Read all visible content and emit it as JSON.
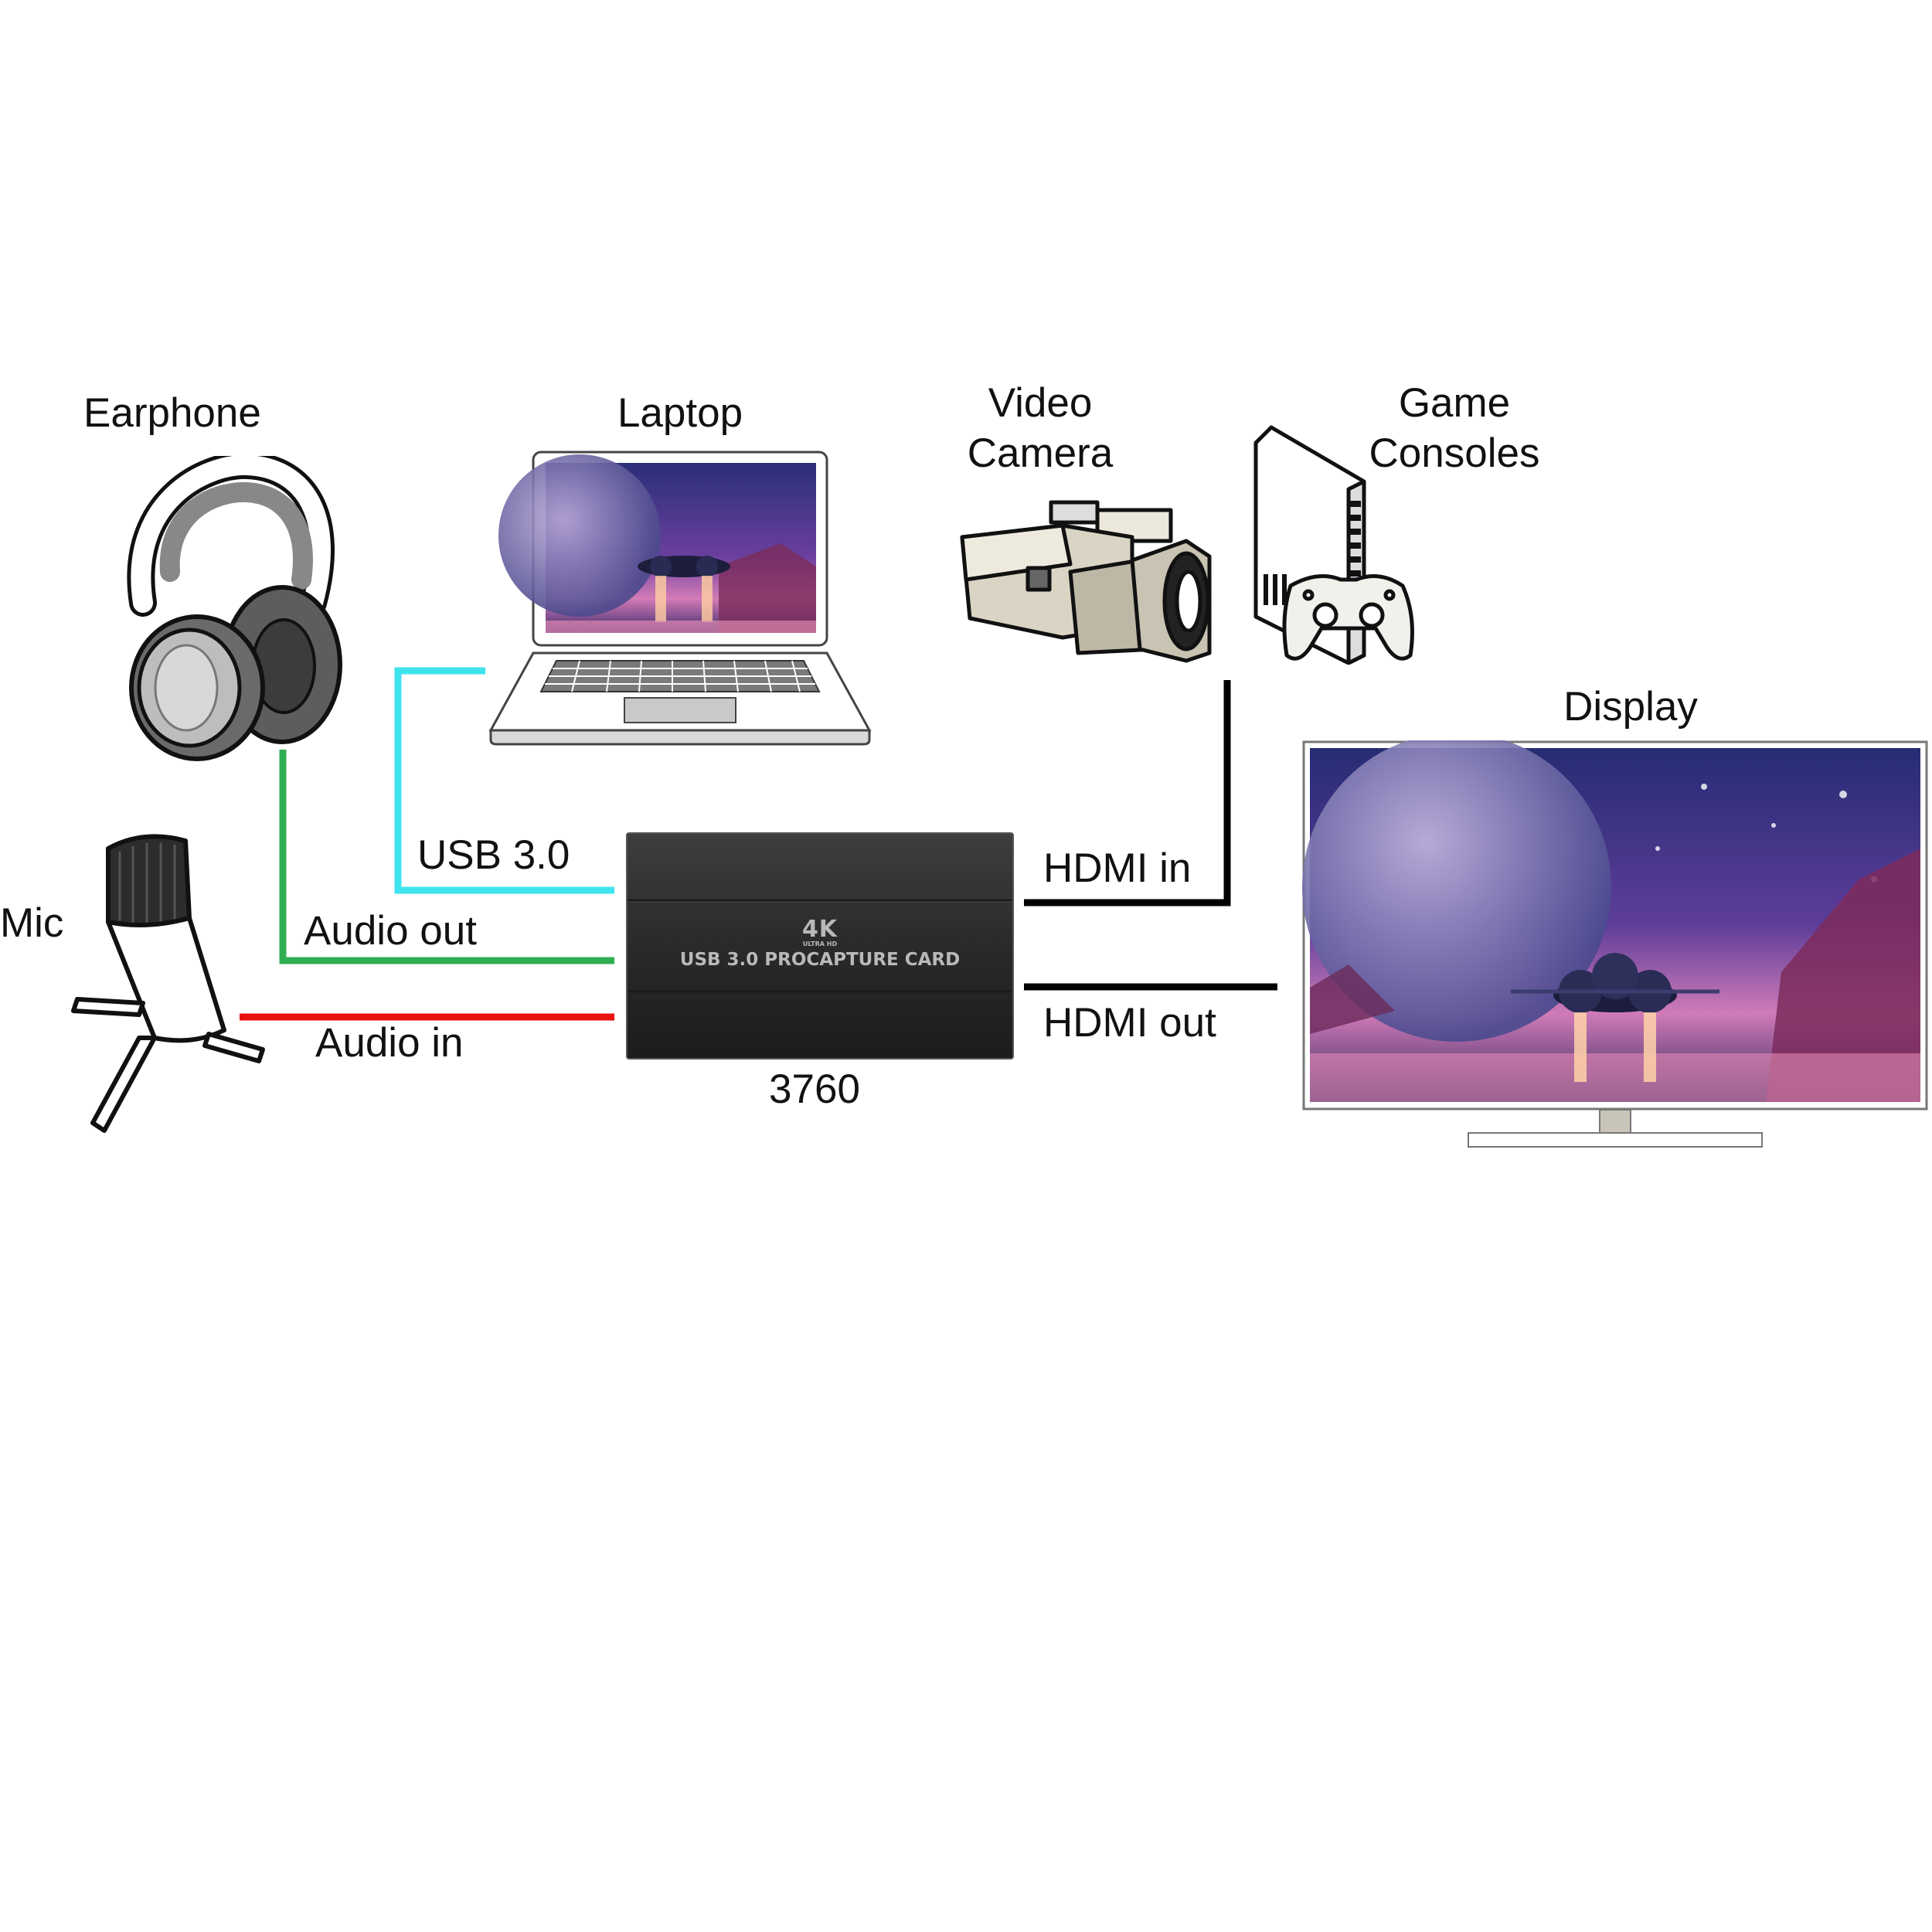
{
  "devices": {
    "earphone": {
      "label": "Earphone",
      "icon": "headphones-icon"
    },
    "laptop": {
      "label": "Laptop",
      "icon": "laptop-icon"
    },
    "camera": {
      "label_line1": "Video",
      "label_line2": "Camera",
      "icon": "video-camera-icon"
    },
    "console": {
      "label_line1": "Game",
      "label_line2": "Consoles",
      "icon": "game-console-icon"
    },
    "display": {
      "label": "Display",
      "icon": "monitor-icon"
    },
    "mic": {
      "label": "Mic",
      "icon": "microphone-icon"
    }
  },
  "capture_card": {
    "badge": "4K",
    "badge_sub": "ULTRA HD",
    "name": "USB 3.0 PROCAPTURE CARD",
    "model": "3760"
  },
  "connections": [
    {
      "id": "usb",
      "label": "USB 3.0",
      "color": "#3fe3ee"
    },
    {
      "id": "audio-out",
      "label": "Audio out",
      "color": "#2fae52"
    },
    {
      "id": "audio-in",
      "label": "Audio in",
      "color": "#e8120e"
    },
    {
      "id": "hdmi-in",
      "label": "HDMI in",
      "color": "#000000"
    },
    {
      "id": "hdmi-out",
      "label": "HDMI out",
      "color": "#000000"
    }
  ]
}
